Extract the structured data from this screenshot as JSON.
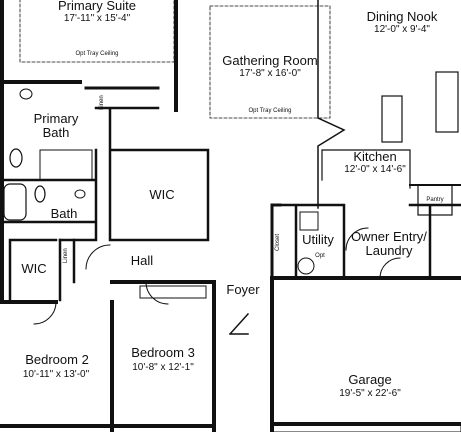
{
  "rooms": {
    "primary_suite": {
      "name": "Primary Suite",
      "dims": "17'-11\" x 15'-4\"",
      "note": "Opt Tray Ceiling"
    },
    "gathering_room": {
      "name": "Gathering Room",
      "dims": "17'-8\" x 16'-0\"",
      "note": "Opt Tray Ceiling"
    },
    "dining_nook": {
      "name": "Dining Nook",
      "dims": "12'-0\" x 9'-4\""
    },
    "primary_bath": {
      "name_line1": "Primary",
      "name_line2": "Bath"
    },
    "linen_top": {
      "name": "Linen"
    },
    "wic_main": {
      "name": "WIC"
    },
    "kitchen": {
      "name": "Kitchen",
      "dims": "12'-0\" x 14'-6\""
    },
    "pantry": {
      "name": "Pantry"
    },
    "bath": {
      "name": "Bath"
    },
    "closet": {
      "name": "Closet"
    },
    "utility": {
      "name": "Utility",
      "opt": "Opt"
    },
    "owner_entry": {
      "name_line1": "Owner Entry/",
      "name_line2": "Laundry"
    },
    "wic_small": {
      "name": "WIC"
    },
    "linen_small": {
      "name": "Linen"
    },
    "hall": {
      "name": "Hall"
    },
    "foyer": {
      "name": "Foyer"
    },
    "bedroom2": {
      "name": "Bedroom 2",
      "dims": "10'-11\" x 13'-0\""
    },
    "bedroom3": {
      "name": "Bedroom 3",
      "dims": "10'-8\" x 12'-1\""
    },
    "garage": {
      "name": "Garage",
      "dims": "19'-5\" x 22'-6\""
    }
  }
}
